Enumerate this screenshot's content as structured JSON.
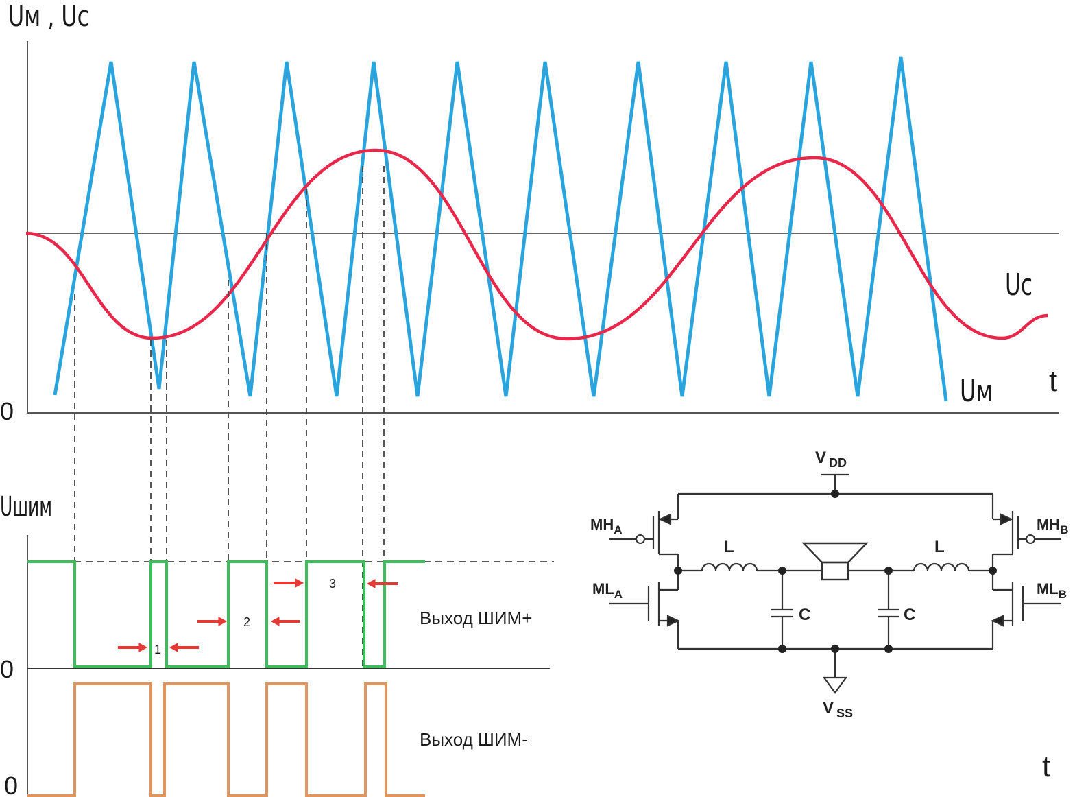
{
  "top_chart": {
    "y_axis_label": "Uм , Uc",
    "x_axis_label": "t",
    "zero_label": "0",
    "series": [
      {
        "label": "Uc",
        "color": "#e8284b"
      },
      {
        "label": "Uм",
        "color": "#2aa4dc"
      }
    ]
  },
  "pwm_chart": {
    "y_axis_label": "Uшим",
    "x_axis_label": "t",
    "zero_label_plus": "0",
    "zero_label_minus": "0",
    "plus_output_label": "Выход ШИМ+",
    "minus_output_label": "Выход ШИМ-",
    "plus_color": "#3cbf5a",
    "minus_color": "#e0955e",
    "marker_color": "#e53935",
    "delta_labels": [
      "1",
      "2",
      "3"
    ]
  },
  "circuit": {
    "vdd_label": "V",
    "vdd_sub": "DD",
    "vss_label": "V",
    "vss_sub": "SS",
    "mha_label": "MH",
    "mha_sub": "A",
    "mla_label": "ML",
    "mla_sub": "A",
    "mhb_label": "MH",
    "mhb_sub": "B",
    "mlb_label": "ML",
    "mlb_sub": "B",
    "inductor_left": "L",
    "inductor_right": "L",
    "capacitor_left": "C",
    "capacitor_right": "C"
  }
}
